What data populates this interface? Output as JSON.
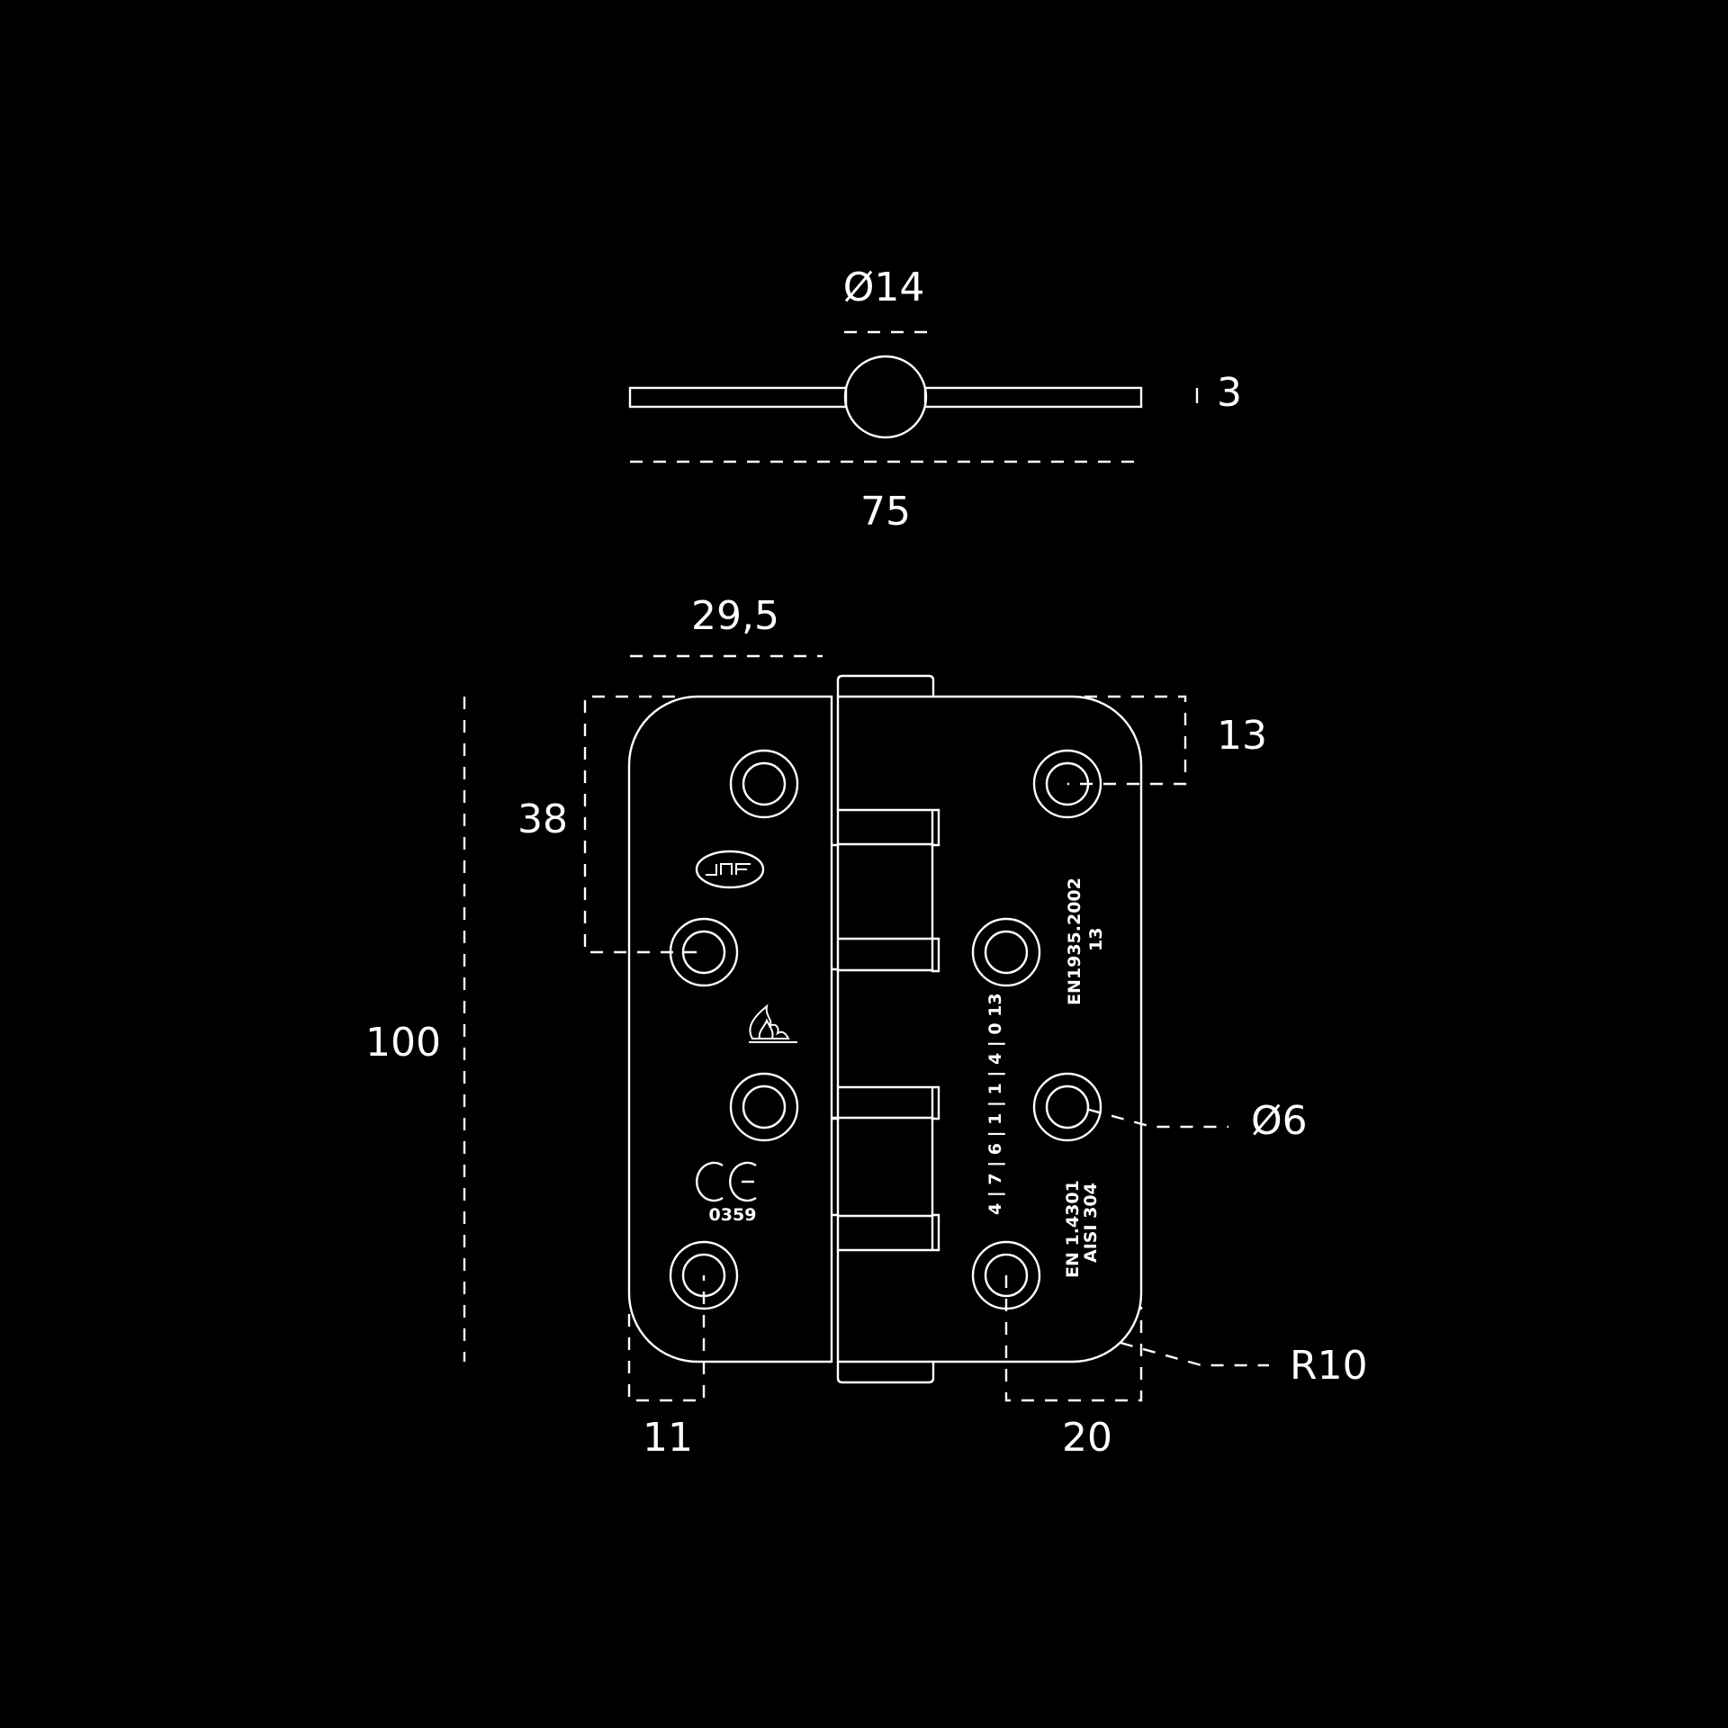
{
  "dimensions": {
    "pin_diameter": "Ø14",
    "leaf_thickness": "3",
    "total_width": "75",
    "leaf_width": "29,5",
    "top_hole_offset": "13",
    "hole_spacing": "38",
    "height": "100",
    "hole_diameter": "Ø6",
    "corner_radius": "R10",
    "edge_offset_left": "11",
    "edge_offset_right": "20"
  },
  "stamps": {
    "ce_code": "0359",
    "standard_line1": "EN1935.2002",
    "standard_line2": "13",
    "classification": "4 | 7 | 6 | 1 | 1 | 4 | 0 13",
    "material_line1": "EN 1.4301",
    "material_line2": "AISI 304"
  },
  "icons": {
    "brand_logo": "jnf-logo-icon",
    "fire_rating": "flame-icon",
    "conformity": "ce-mark-icon"
  },
  "colors": {
    "background": "#000000",
    "line": "#ffffff"
  }
}
